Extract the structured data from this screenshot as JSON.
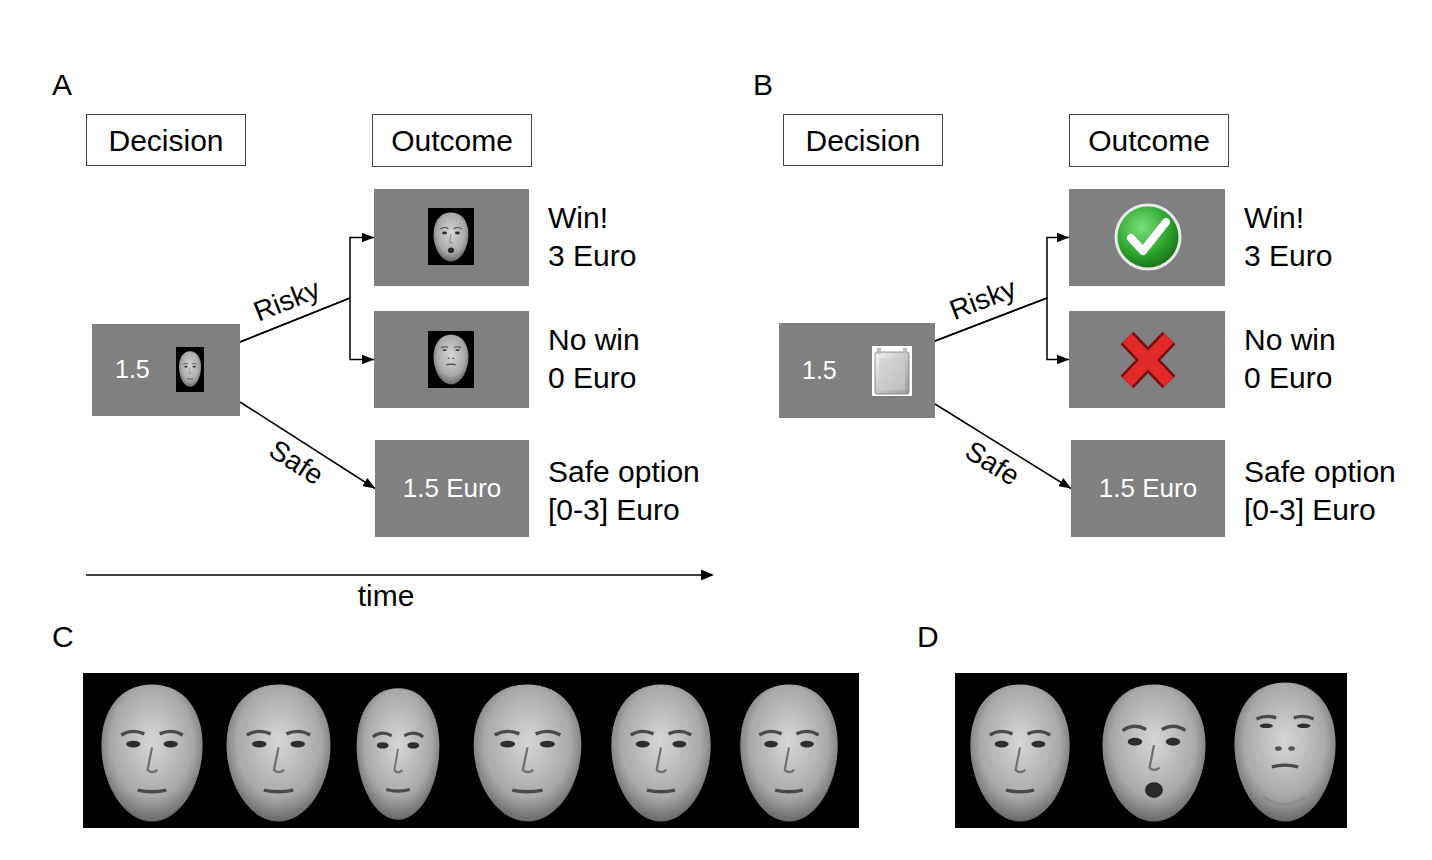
{
  "diagram": {
    "nodes": [
      {
        "text": [
          "Decision"
        ]
      },
      {
        "text": [
          "Outcome"
        ]
      },
      {
        "text": [
          "1.5"
        ]
      },
      {
        "text": [
          "Win!",
          "3 Euro"
        ]
      },
      {
        "text": [
          "No win",
          "0 Euro"
        ]
      },
      {
        "text": [
          "1.5 Euro",
          "Safe option",
          "[0-3] Euro"
        ]
      },
      {
        "text": [
          "Decision"
        ]
      },
      {
        "text": [
          "Outcome"
        ]
      },
      {
        "text": [
          "1.5"
        ]
      },
      {
        "text": [
          "Win!",
          "3 Euro"
        ]
      },
      {
        "text": [
          "No win",
          "0 Euro"
        ]
      },
      {
        "text": [
          "1.5 Euro",
          "Safe option",
          "[0-3] Euro"
        ]
      }
    ],
    "edges": [
      {
        "from": 2,
        "to": 3,
        "label": "Risky",
        "arrow": "to"
      },
      {
        "from": 2,
        "to": 4,
        "arrow": "to"
      },
      {
        "from": 2,
        "to": 5,
        "label": "Safe",
        "arrow": "to"
      },
      {
        "from": 8,
        "to": 9,
        "label": "Risky",
        "arrow": "to"
      },
      {
        "from": 8,
        "to": 10,
        "arrow": "to"
      },
      {
        "from": 8,
        "to": 11,
        "label": "Safe",
        "arrow": "to"
      }
    ],
    "labels": [
      "A",
      "B",
      "time",
      "C",
      "D"
    ]
  }
}
